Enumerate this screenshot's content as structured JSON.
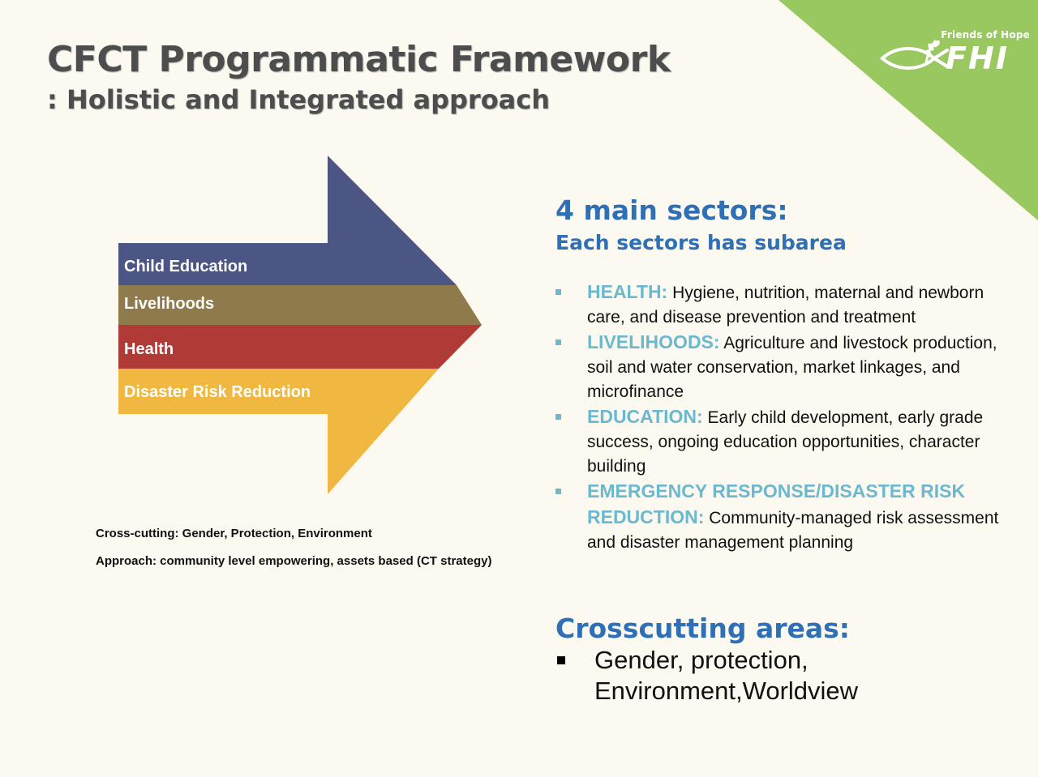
{
  "header": {
    "title": "CFCT Programmatic Framework",
    "subtitle": ": Holistic and Integrated approach"
  },
  "logo": {
    "tagline": "Friends of Hope",
    "name": "FHI",
    "icon": "fish-wheat-icon"
  },
  "colors": {
    "corner_green": "#98c85f",
    "accent_blue": "#2e6fb5",
    "sector_teal": "#6cb8cf",
    "band_education": "#4b5684",
    "band_livelihoods": "#8e7a4a",
    "band_health": "#b03a36",
    "band_drr": "#f0b840"
  },
  "diagram": {
    "bands": [
      {
        "label": "Child Education"
      },
      {
        "label": "Livelihoods"
      },
      {
        "label": "Health"
      },
      {
        "label": "Disaster Risk Reduction"
      }
    ],
    "notes": [
      "Cross-cutting: Gender, Protection, Environment",
      "Approach: community level empowering, assets based (CT strategy)"
    ]
  },
  "sectors_panel": {
    "heading": "4 main sectors:",
    "subheading": "Each sectors has subarea",
    "items": [
      {
        "name": "HEALTH:",
        "text": " Hygiene, nutrition, maternal and newborn care, and disease prevention and treatment"
      },
      {
        "name": "LIVELIHOODS:",
        "text": " Agriculture and livestock production, soil and water conservation, market linkages, and microfinance"
      },
      {
        "name": "EDUCATION:",
        "text": "  Early child development, early grade success, ongoing education opportunities, character building"
      },
      {
        "name": "EMERGENCY RESPONSE/DISASTER RISK REDUCTION:",
        "text": " Community-managed risk assessment and disaster management planning"
      }
    ]
  },
  "crosscutting": {
    "heading": "Crosscutting areas:",
    "item": "Gender, protection, Environment,Worldview"
  }
}
